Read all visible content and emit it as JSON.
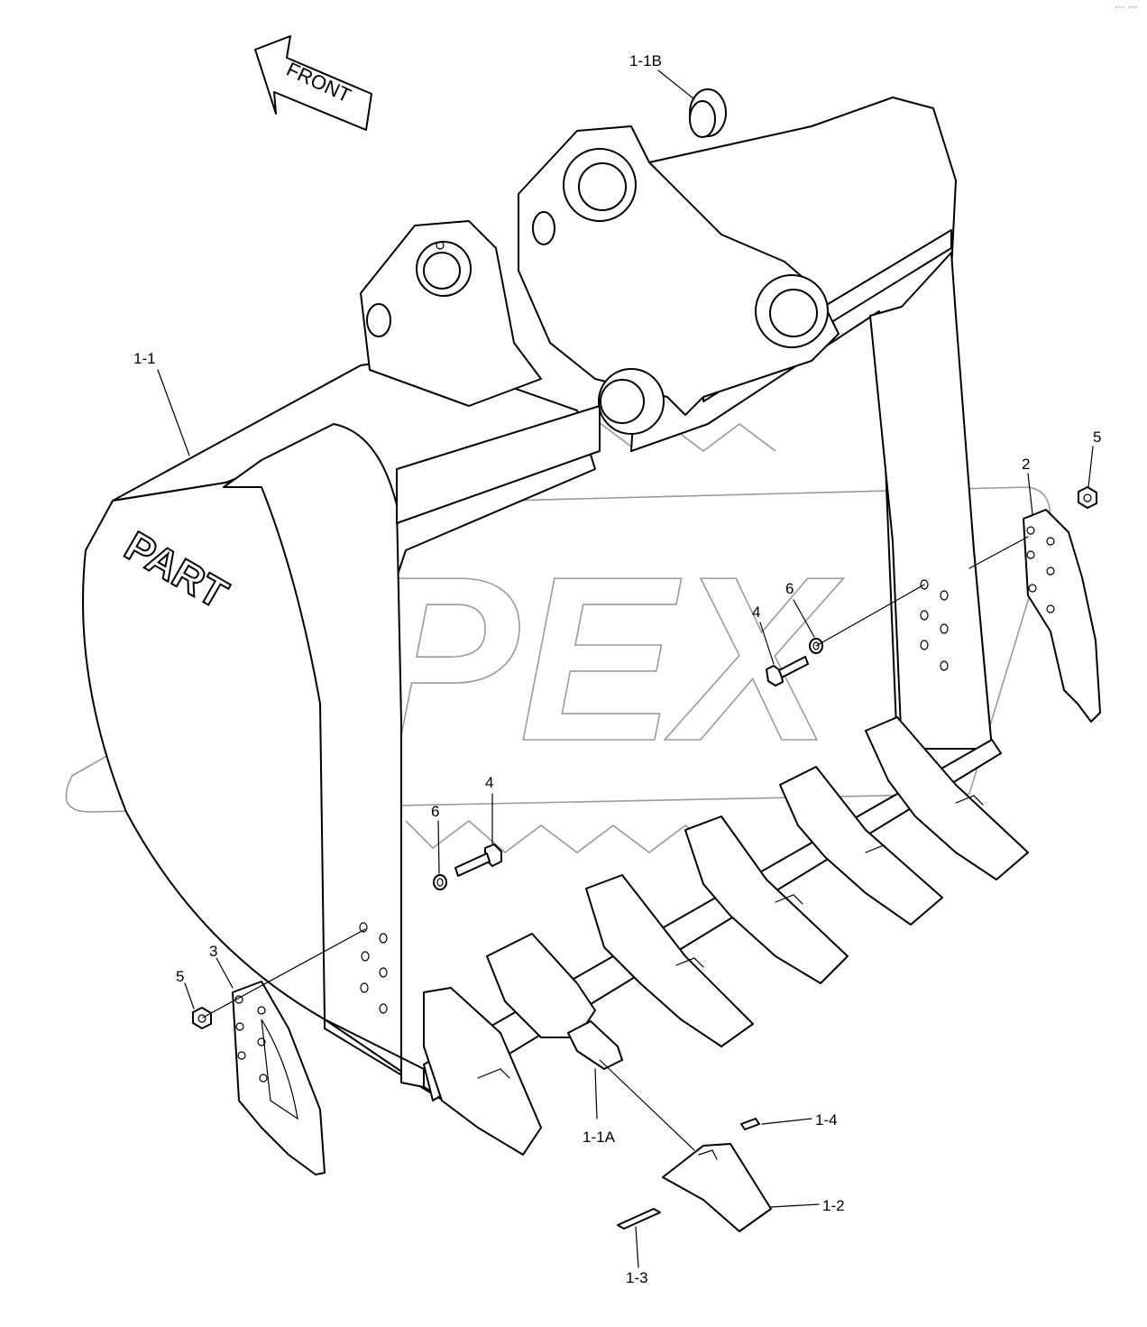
{
  "corner_mark": "ᵃᵛᵒ ᵍᵉᵒ",
  "direction_arrow": {
    "label": "FRONT"
  },
  "logo": {
    "text": "PART"
  },
  "watermark": {
    "text": "OPEX"
  },
  "callouts": [
    {
      "id": "1-1B",
      "label": "1-1B"
    },
    {
      "id": "1-1",
      "label": "1-1"
    },
    {
      "id": "2",
      "label": "2"
    },
    {
      "id": "5-right",
      "label": "5"
    },
    {
      "id": "6-right",
      "label": "6"
    },
    {
      "id": "4-right",
      "label": "4"
    },
    {
      "id": "6-left",
      "label": "6"
    },
    {
      "id": "4-left",
      "label": "4"
    },
    {
      "id": "3",
      "label": "3"
    },
    {
      "id": "5-left",
      "label": "5"
    },
    {
      "id": "1-1A",
      "label": "1-1A"
    },
    {
      "id": "1-4",
      "label": "1-4"
    },
    {
      "id": "1-2",
      "label": "1-2"
    },
    {
      "id": "1-3",
      "label": "1-3"
    }
  ]
}
